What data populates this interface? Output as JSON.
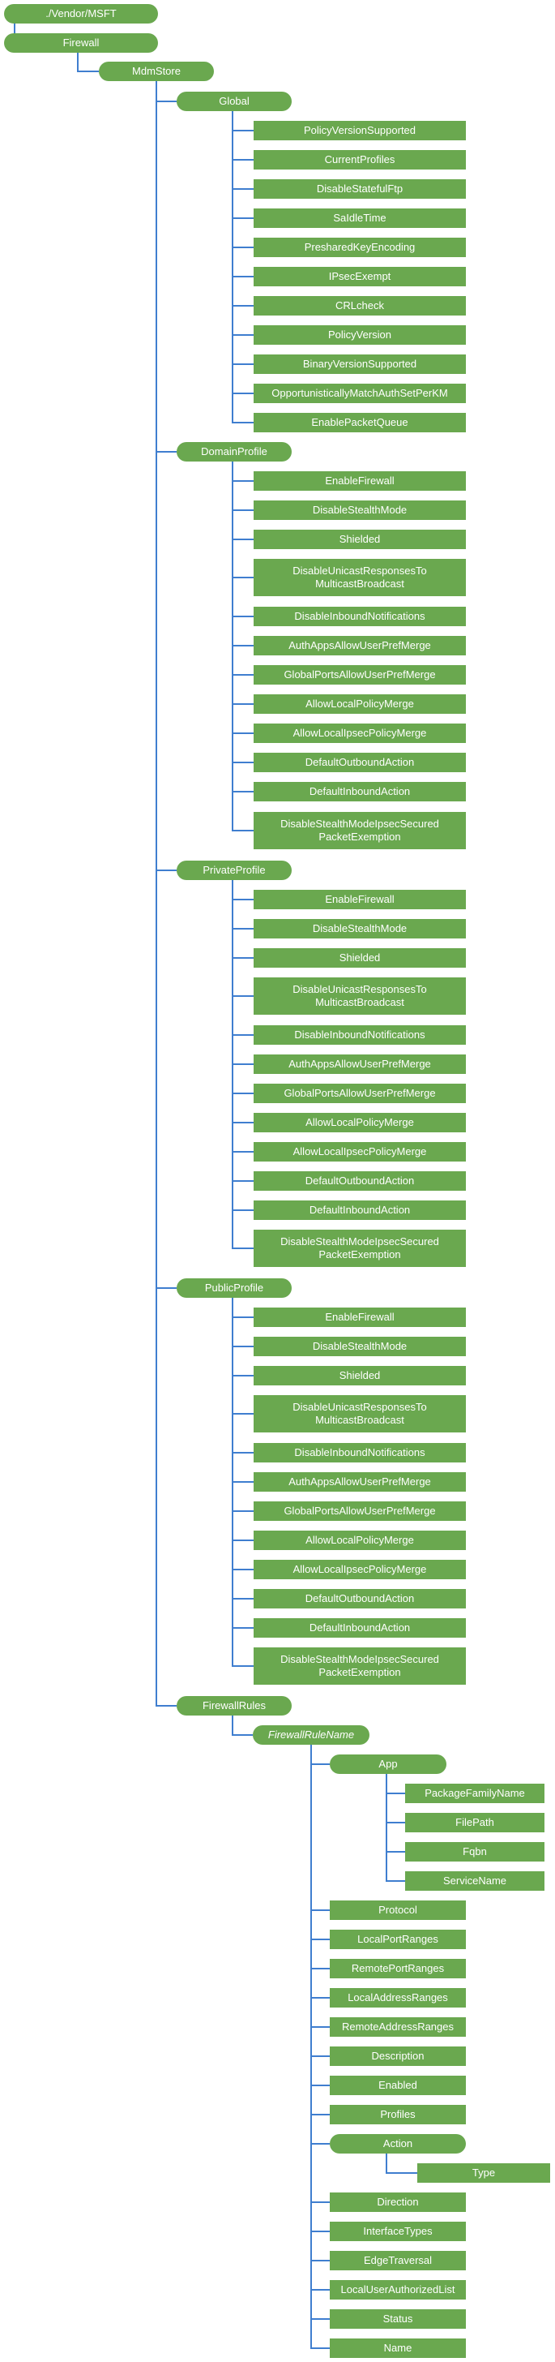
{
  "nodes": [
    {
      "id": "n0",
      "label": "./Vendor/MSFT",
      "shape": "pill"
    },
    {
      "id": "n1",
      "label": "Firewall",
      "shape": "pill"
    },
    {
      "id": "n2",
      "label": "MdmStore",
      "shape": "pill"
    },
    {
      "id": "n3",
      "label": "Global",
      "shape": "pill"
    },
    {
      "id": "g1",
      "label": "PolicyVersionSupported",
      "shape": "rect"
    },
    {
      "id": "g2",
      "label": "CurrentProfiles",
      "shape": "rect"
    },
    {
      "id": "g3",
      "label": "DisableStatefulFtp",
      "shape": "rect"
    },
    {
      "id": "g4",
      "label": "SaIdleTime",
      "shape": "rect"
    },
    {
      "id": "g5",
      "label": "PresharedKeyEncoding",
      "shape": "rect"
    },
    {
      "id": "g6",
      "label": "IPsecExempt",
      "shape": "rect"
    },
    {
      "id": "g7",
      "label": "CRLcheck",
      "shape": "rect"
    },
    {
      "id": "g8",
      "label": "PolicyVersion",
      "shape": "rect"
    },
    {
      "id": "g9",
      "label": "BinaryVersionSupported",
      "shape": "rect"
    },
    {
      "id": "g10",
      "label": "OpportunisticallyMatchAuthSetPerKM",
      "shape": "rect"
    },
    {
      "id": "g11",
      "label": "EnablePacketQueue",
      "shape": "rect"
    },
    {
      "id": "n4",
      "label": "DomainProfile",
      "shape": "pill"
    },
    {
      "id": "d1",
      "label": "EnableFirewall",
      "shape": "rect"
    },
    {
      "id": "d2",
      "label": "DisableStealthMode",
      "shape": "rect"
    },
    {
      "id": "d3",
      "label": "Shielded",
      "shape": "rect"
    },
    {
      "id": "d4",
      "label": "DisableUnicastResponsesTo MulticastBroadcast",
      "shape": "rect"
    },
    {
      "id": "d5",
      "label": "DisableInboundNotifications",
      "shape": "rect"
    },
    {
      "id": "d6",
      "label": "AuthAppsAllowUserPrefMerge",
      "shape": "rect"
    },
    {
      "id": "d7",
      "label": "GlobalPortsAllowUserPrefMerge",
      "shape": "rect"
    },
    {
      "id": "d8",
      "label": "AllowLocalPolicyMerge",
      "shape": "rect"
    },
    {
      "id": "d9",
      "label": "AllowLocalIpsecPolicyMerge",
      "shape": "rect"
    },
    {
      "id": "d10",
      "label": "DefaultOutboundAction",
      "shape": "rect"
    },
    {
      "id": "d11",
      "label": "DefaultInboundAction",
      "shape": "rect"
    },
    {
      "id": "d12",
      "label": "DisableStealthModeIpsecSecured PacketExemption",
      "shape": "rect"
    },
    {
      "id": "n5",
      "label": "PrivateProfile",
      "shape": "pill"
    },
    {
      "id": "p1",
      "label": "EnableFirewall",
      "shape": "rect"
    },
    {
      "id": "p2",
      "label": "DisableStealthMode",
      "shape": "rect"
    },
    {
      "id": "p3",
      "label": "Shielded",
      "shape": "rect"
    },
    {
      "id": "p4",
      "label": "DisableUnicastResponsesTo MulticastBroadcast",
      "shape": "rect"
    },
    {
      "id": "p5",
      "label": "DisableInboundNotifications",
      "shape": "rect"
    },
    {
      "id": "p6",
      "label": "AuthAppsAllowUserPrefMerge",
      "shape": "rect"
    },
    {
      "id": "p7",
      "label": "GlobalPortsAllowUserPrefMerge",
      "shape": "rect"
    },
    {
      "id": "p8",
      "label": "AllowLocalPolicyMerge",
      "shape": "rect"
    },
    {
      "id": "p9",
      "label": "AllowLocalIpsecPolicyMerge",
      "shape": "rect"
    },
    {
      "id": "p10",
      "label": "DefaultOutboundAction",
      "shape": "rect"
    },
    {
      "id": "p11",
      "label": "DefaultInboundAction",
      "shape": "rect"
    },
    {
      "id": "p12",
      "label": "DisableStealthModeIpsecSecured PacketExemption",
      "shape": "rect"
    },
    {
      "id": "n6",
      "label": "PublicProfile",
      "shape": "pill"
    },
    {
      "id": "u1",
      "label": "EnableFirewall",
      "shape": "rect"
    },
    {
      "id": "u2",
      "label": "DisableStealthMode",
      "shape": "rect"
    },
    {
      "id": "u3",
      "label": "Shielded",
      "shape": "rect"
    },
    {
      "id": "u4",
      "label": "DisableUnicastResponsesTo MulticastBroadcast",
      "shape": "rect"
    },
    {
      "id": "u5",
      "label": "DisableInboundNotifications",
      "shape": "rect"
    },
    {
      "id": "u6",
      "label": "AuthAppsAllowUserPrefMerge",
      "shape": "rect"
    },
    {
      "id": "u7",
      "label": "GlobalPortsAllowUserPrefMerge",
      "shape": "rect"
    },
    {
      "id": "u8",
      "label": "AllowLocalPolicyMerge",
      "shape": "rect"
    },
    {
      "id": "u9",
      "label": "AllowLocalIpsecPolicyMerge",
      "shape": "rect"
    },
    {
      "id": "u10",
      "label": "DefaultOutboundAction",
      "shape": "rect"
    },
    {
      "id": "u11",
      "label": "DefaultInboundAction",
      "shape": "rect"
    },
    {
      "id": "u12",
      "label": "DisableStealthModeIpsecSecured PacketExemption",
      "shape": "rect"
    },
    {
      "id": "n7",
      "label": "FirewallRules",
      "shape": "pill"
    },
    {
      "id": "n8",
      "label": "FirewallRuleName",
      "shape": "pill",
      "italic": true
    },
    {
      "id": "n9",
      "label": "App",
      "shape": "pill"
    },
    {
      "id": "a1",
      "label": "PackageFamilyName",
      "shape": "rect"
    },
    {
      "id": "a2",
      "label": "FilePath",
      "shape": "rect"
    },
    {
      "id": "a3",
      "label": "Fqbn",
      "shape": "rect"
    },
    {
      "id": "a4",
      "label": "ServiceName",
      "shape": "rect"
    },
    {
      "id": "r1",
      "label": "Protocol",
      "shape": "rect"
    },
    {
      "id": "r2",
      "label": "LocalPortRanges",
      "shape": "rect"
    },
    {
      "id": "r3",
      "label": "RemotePortRanges",
      "shape": "rect"
    },
    {
      "id": "r4",
      "label": "LocalAddressRanges",
      "shape": "rect"
    },
    {
      "id": "r5",
      "label": "RemoteAddressRanges",
      "shape": "rect"
    },
    {
      "id": "r6",
      "label": "Description",
      "shape": "rect"
    },
    {
      "id": "r7",
      "label": "Enabled",
      "shape": "rect"
    },
    {
      "id": "r8",
      "label": "Profiles",
      "shape": "rect"
    },
    {
      "id": "n10",
      "label": "Action",
      "shape": "pill"
    },
    {
      "id": "t1",
      "label": "Type",
      "shape": "rect"
    },
    {
      "id": "r9",
      "label": "Direction",
      "shape": "rect"
    },
    {
      "id": "r10",
      "label": "InterfaceTypes",
      "shape": "rect"
    },
    {
      "id": "r11",
      "label": "EdgeTraversal",
      "shape": "rect"
    },
    {
      "id": "r12",
      "label": "LocalUserAuthorizedList",
      "shape": "rect"
    },
    {
      "id": "r13",
      "label": "Status",
      "shape": "rect"
    },
    {
      "id": "r14",
      "label": "Name",
      "shape": "rect"
    }
  ],
  "edges": [
    [
      "n0",
      "n1"
    ],
    [
      "n1",
      "n2"
    ],
    [
      "n2",
      "n3"
    ],
    [
      "n3",
      "g1"
    ],
    [
      "n3",
      "g2"
    ],
    [
      "n3",
      "g3"
    ],
    [
      "n3",
      "g4"
    ],
    [
      "n3",
      "g5"
    ],
    [
      "n3",
      "g6"
    ],
    [
      "n3",
      "g7"
    ],
    [
      "n3",
      "g8"
    ],
    [
      "n3",
      "g9"
    ],
    [
      "n3",
      "g10"
    ],
    [
      "n3",
      "g11"
    ],
    [
      "n2",
      "n4"
    ],
    [
      "n4",
      "d1"
    ],
    [
      "n4",
      "d2"
    ],
    [
      "n4",
      "d3"
    ],
    [
      "n4",
      "d4"
    ],
    [
      "n4",
      "d5"
    ],
    [
      "n4",
      "d6"
    ],
    [
      "n4",
      "d7"
    ],
    [
      "n4",
      "d8"
    ],
    [
      "n4",
      "d9"
    ],
    [
      "n4",
      "d10"
    ],
    [
      "n4",
      "d11"
    ],
    [
      "n4",
      "d12"
    ],
    [
      "n2",
      "n5"
    ],
    [
      "n5",
      "p1"
    ],
    [
      "n5",
      "p2"
    ],
    [
      "n5",
      "p3"
    ],
    [
      "n5",
      "p4"
    ],
    [
      "n5",
      "p5"
    ],
    [
      "n5",
      "p6"
    ],
    [
      "n5",
      "p7"
    ],
    [
      "n5",
      "p8"
    ],
    [
      "n5",
      "p9"
    ],
    [
      "n5",
      "p10"
    ],
    [
      "n5",
      "p11"
    ],
    [
      "n5",
      "p12"
    ],
    [
      "n2",
      "n6"
    ],
    [
      "n6",
      "u1"
    ],
    [
      "n6",
      "u2"
    ],
    [
      "n6",
      "u3"
    ],
    [
      "n6",
      "u4"
    ],
    [
      "n6",
      "u5"
    ],
    [
      "n6",
      "u6"
    ],
    [
      "n6",
      "u7"
    ],
    [
      "n6",
      "u8"
    ],
    [
      "n6",
      "u9"
    ],
    [
      "n6",
      "u10"
    ],
    [
      "n6",
      "u11"
    ],
    [
      "n6",
      "u12"
    ],
    [
      "n2",
      "n7"
    ],
    [
      "n7",
      "n8"
    ],
    [
      "n8",
      "n9"
    ],
    [
      "n9",
      "a1"
    ],
    [
      "n9",
      "a2"
    ],
    [
      "n9",
      "a3"
    ],
    [
      "n9",
      "a4"
    ],
    [
      "n8",
      "r1"
    ],
    [
      "n8",
      "r2"
    ],
    [
      "n8",
      "r3"
    ],
    [
      "n8",
      "r4"
    ],
    [
      "n8",
      "r5"
    ],
    [
      "n8",
      "r6"
    ],
    [
      "n8",
      "r7"
    ],
    [
      "n8",
      "r8"
    ],
    [
      "n8",
      "n10"
    ],
    [
      "n10",
      "t1"
    ],
    [
      "n8",
      "r9"
    ],
    [
      "n8",
      "r10"
    ],
    [
      "n8",
      "r11"
    ],
    [
      "n8",
      "r12"
    ],
    [
      "n8",
      "r13"
    ],
    [
      "n8",
      "r14"
    ]
  ],
  "colors": {
    "node_fill": "#6aa84f",
    "node_text": "#ffffff",
    "connector": "#3f7ecf",
    "background": "#ffffff"
  }
}
